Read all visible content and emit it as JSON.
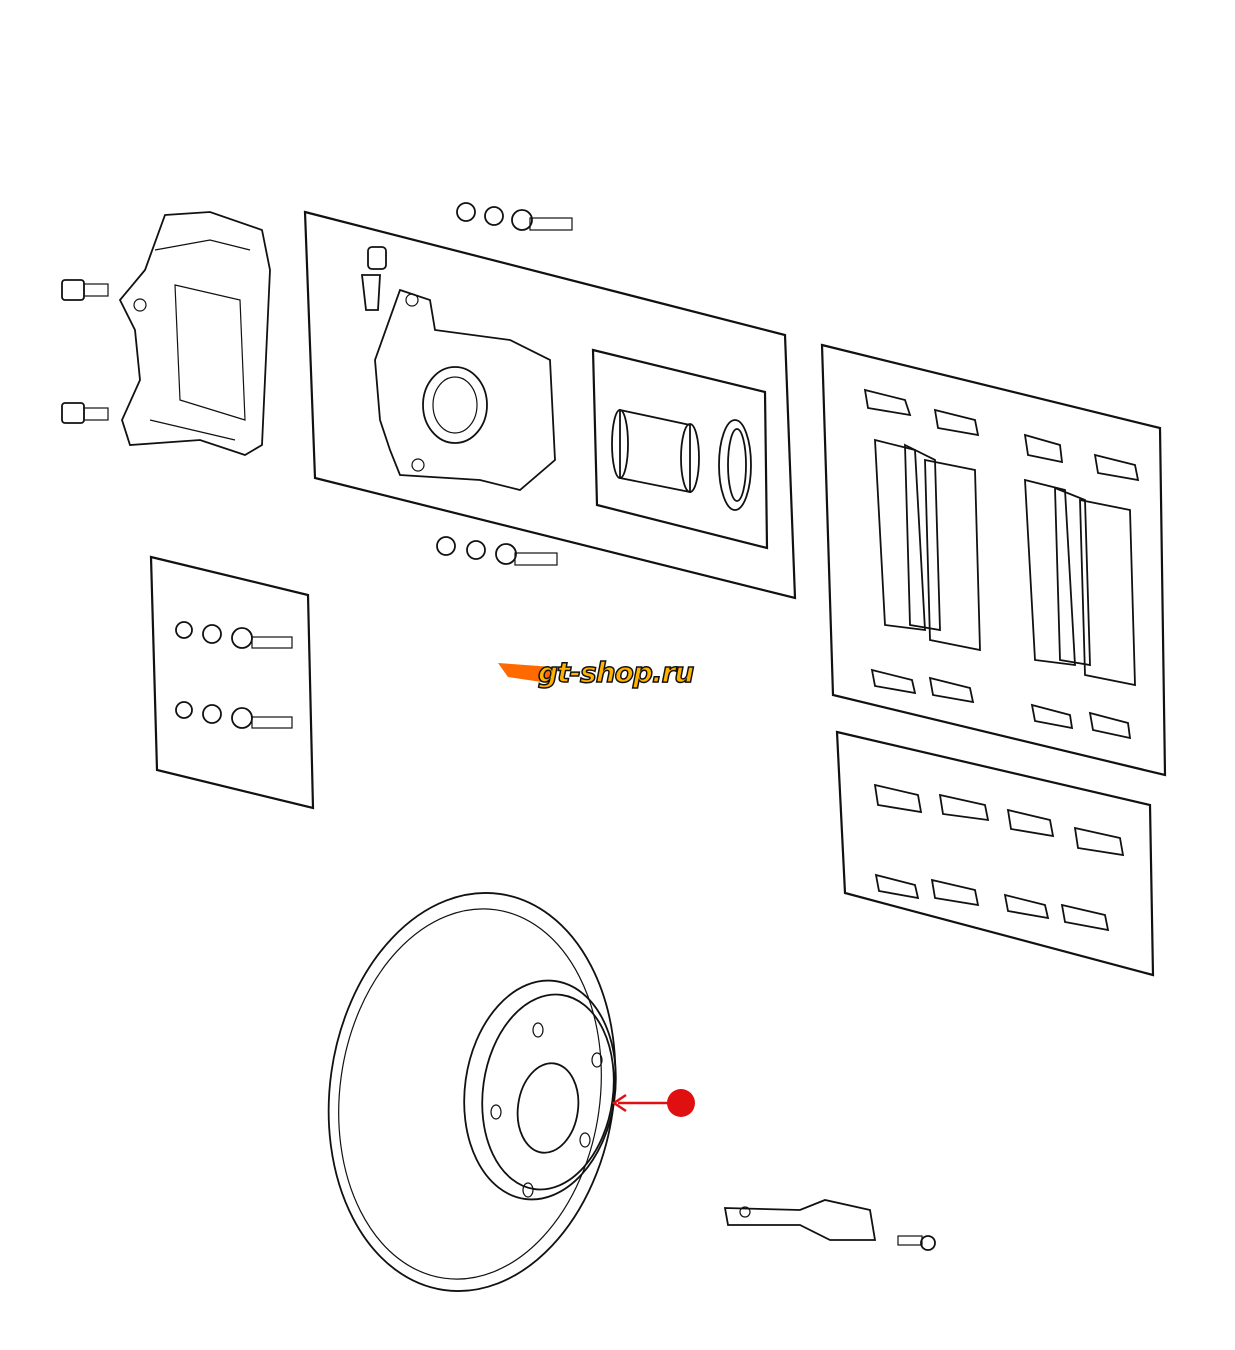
{
  "diagram": {
    "logo_text": "gt-shop.ru",
    "parts": [
      "caliper-bracket",
      "bracket-bolts",
      "caliper",
      "bleeder-screw",
      "guide-pin-kits",
      "piston-and-seal",
      "brake-pads",
      "pad-clips",
      "brake-disc",
      "wear-sensor",
      "sensor-screw"
    ],
    "highlight_target": "brake-disc",
    "colors": {
      "marker": "#e01010",
      "logo_fill": "#ffb300",
      "logo_accent": "#ff6a00",
      "line": "#111111"
    }
  }
}
